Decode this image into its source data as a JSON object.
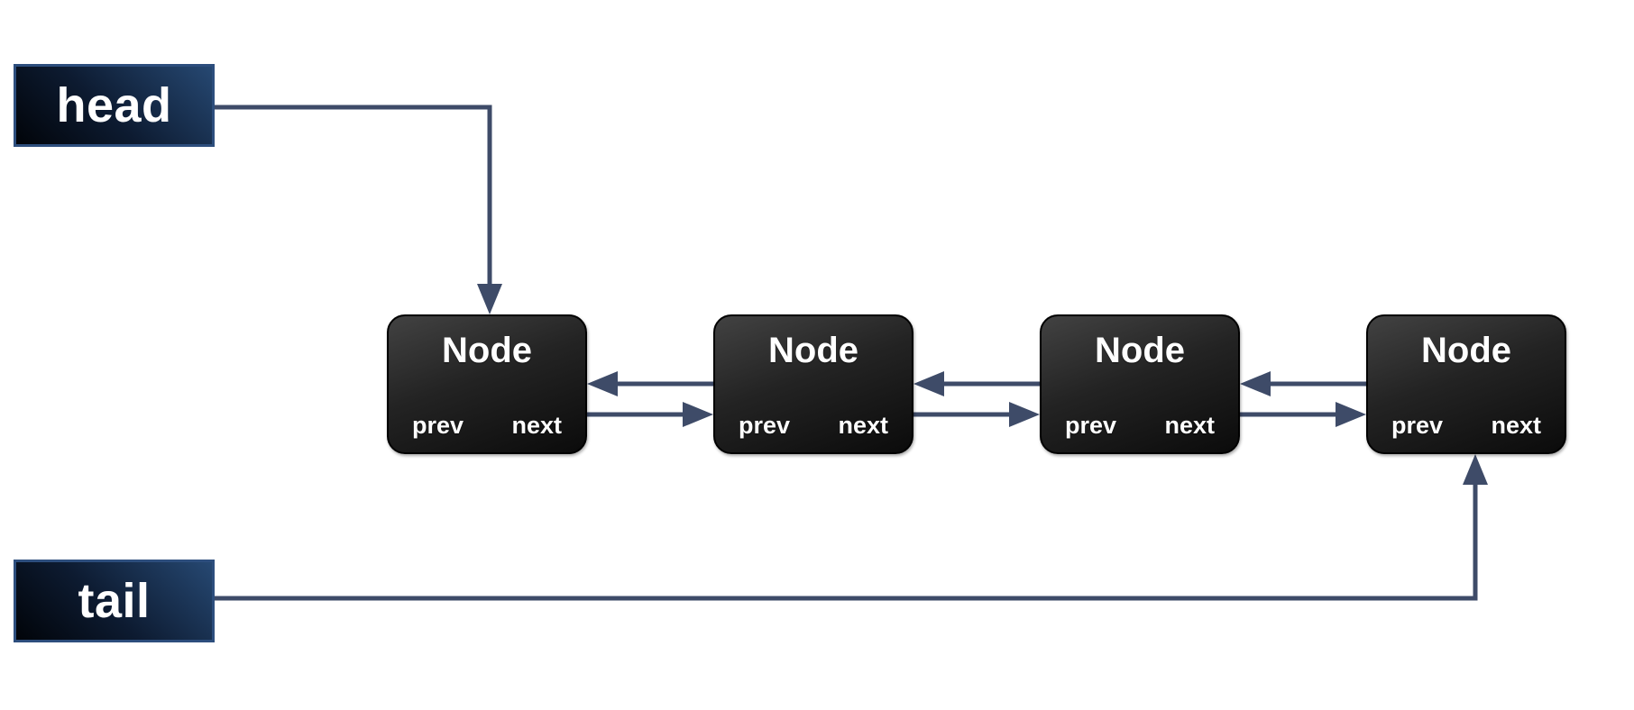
{
  "pointers": {
    "head": {
      "label": "head"
    },
    "tail": {
      "label": "tail"
    }
  },
  "nodes": [
    {
      "title": "Node",
      "prev_label": "prev",
      "next_label": "next"
    },
    {
      "title": "Node",
      "prev_label": "prev",
      "next_label": "next"
    },
    {
      "title": "Node",
      "prev_label": "prev",
      "next_label": "next"
    },
    {
      "title": "Node",
      "prev_label": "prev",
      "next_label": "next"
    }
  ],
  "colors": {
    "arrow": "#3e4b68",
    "pointer_box_gradient_dark": "#010409",
    "pointer_box_gradient_light": "#264872",
    "pointer_box_border": "#2d4e7d",
    "node_gradient_light": "#424242",
    "node_gradient_dark": "#0b0b0b",
    "node_border": "#000000",
    "text": "#ffffff",
    "background": "#ffffff"
  }
}
